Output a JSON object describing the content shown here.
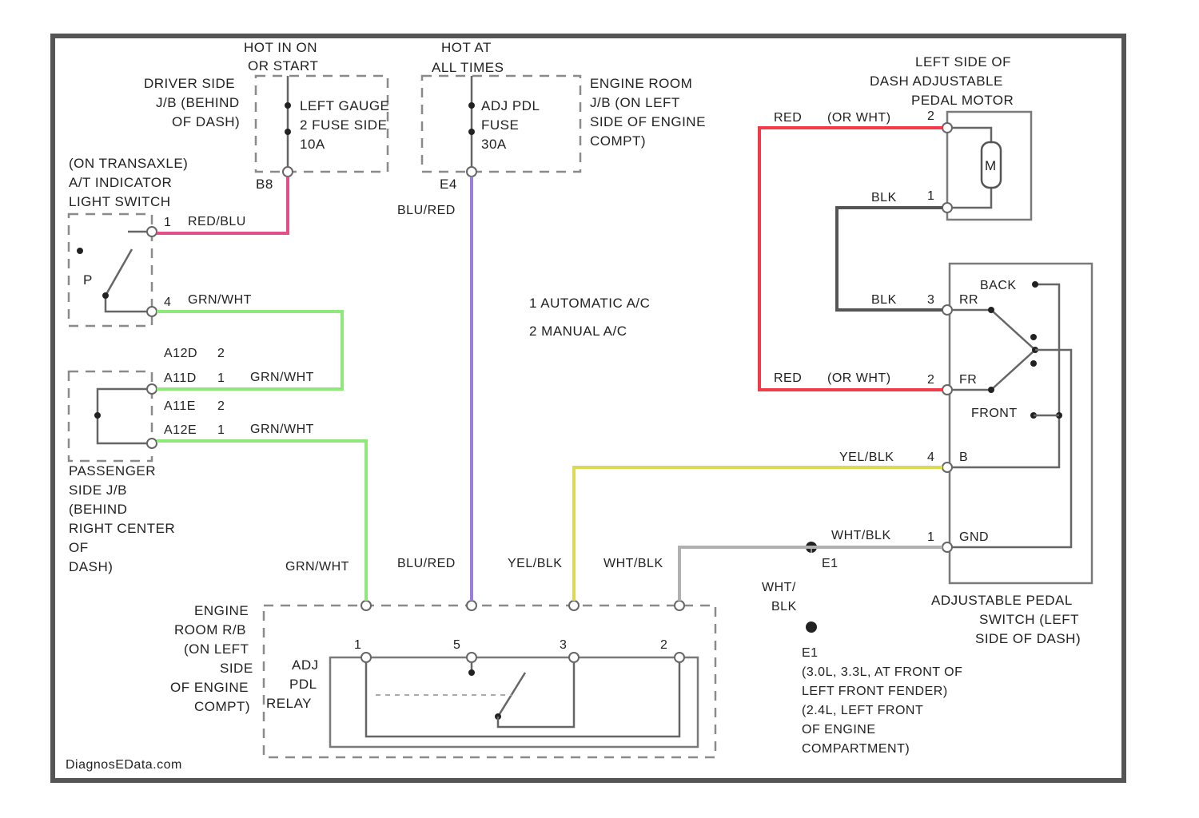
{
  "colors": {
    "red_blu": "#e0508a",
    "grn_wht": "#8ee87a",
    "blu_red": "#9b7fdc",
    "red_dk_wht": "#f23a4a",
    "blk": "#555555",
    "yel_blk": "#dada55",
    "wht_blk": "#b0b0b0",
    "frame": "#555555"
  },
  "power_sources": {
    "hot_run_start": {
      "line1": "HOT IN ON",
      "line2": "OR START"
    },
    "hot_all_times": {
      "line1": "HOT AT",
      "line2": "ALL TIMES"
    }
  },
  "driver_jb": {
    "line1": "DRIVER SIDE",
    "line2": "J/B (BEHIND",
    "line3": "OF DASH)"
  },
  "left_gauge_fuse": {
    "line1": "LEFT GAUGE",
    "line2": "2 FUSE SIDE",
    "line3": "10A",
    "terminal": "B8"
  },
  "adj_pdl_fuse": {
    "line1": "ADJ PDL",
    "line2": "FUSE",
    "line3": "30A",
    "terminal": "E4"
  },
  "engine_room_jb": {
    "line1": "ENGINE ROOM",
    "line2": "J/B (ON LEFT",
    "line3": "SIDE OF ENGINE",
    "line4": "COMPT)"
  },
  "pedal_motor": {
    "line1": "LEFT SIDE OF",
    "line2": "DASH ADJUSTABLE",
    "line3": "PEDAL MOTOR",
    "symbol": "M"
  },
  "transaxle_switch": {
    "line1": "(ON TRANSAXLE)",
    "line2": "A/T INDICATOR",
    "line3": "LIGHT SWITCH",
    "position": "P"
  },
  "passenger_jb": {
    "line1": "PASSENGER",
    "line2": "SIDE J/B",
    "line3": "(BEHIND",
    "line4": "RIGHT CENTER",
    "line5": "OF",
    "line6": "DASH)"
  },
  "connectors": [
    {
      "id": "A12D",
      "pin": "2"
    },
    {
      "id": "A11D",
      "pin": "1"
    },
    {
      "id": "A11E",
      "pin": "2"
    },
    {
      "id": "A12E",
      "pin": "1"
    }
  ],
  "notes": {
    "n1": "1  AUTOMATIC A/C",
    "n2": "2  MANUAL A/C"
  },
  "adjustable_switch": {
    "line1": "ADJUSTABLE PEDAL",
    "line2": "SWITCH (LEFT",
    "line3": "SIDE OF DASH)",
    "back": "BACK",
    "front": "FRONT",
    "rr": "RR",
    "fr": "FR",
    "b": "B",
    "gnd": "GND"
  },
  "ground": {
    "id": "E1",
    "line1": "(3.0L, 3.3L, AT FRONT OF",
    "line2": "LEFT FRONT FENDER)",
    "line3": "(2.4L, LEFT FRONT",
    "line4": "OF ENGINE",
    "line5": "COMPARTMENT)"
  },
  "relay": {
    "line1": "ADJ",
    "line2": "PDL",
    "line3": "RELAY",
    "pins": [
      "1",
      "5",
      "3",
      "2"
    ]
  },
  "engine_room_rb": {
    "line1": "ENGINE",
    "line2": "ROOM R/B",
    "line3": "(ON LEFT",
    "line4": "SIDE",
    "line5": "OF ENGINE",
    "line6": "COMPT)"
  },
  "wire_labels": {
    "red_blu": "RED/BLU",
    "grn_wht": "GRN/WHT",
    "blu_red": "BLU/RED",
    "red": "RED",
    "or_wht": "(OR WHT)",
    "blk": "BLK",
    "yel_blk": "YEL/BLK",
    "wht_blk": "WHT/BLK",
    "wht": "WHT/",
    "blk2": "BLK"
  },
  "pins": {
    "ts1": "1",
    "ts4": "4",
    "pm2": "2",
    "pm1": "1",
    "sw3": "3",
    "sw2": "2",
    "sw4": "4",
    "sw1": "1"
  },
  "watermark": "DiagnosEData.com"
}
